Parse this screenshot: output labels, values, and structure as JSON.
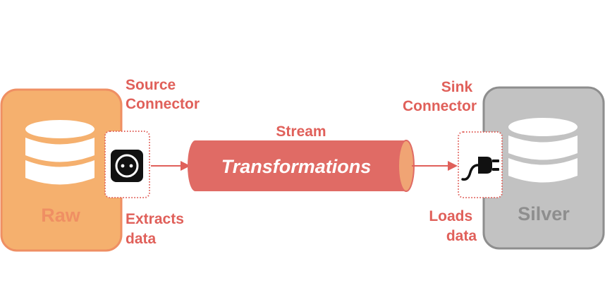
{
  "source_store": {
    "label": "Raw",
    "fill_color": "#f5b06e",
    "border_color": "#ef8f63",
    "text_color": "#ef8f63"
  },
  "sink_store": {
    "label": "Silver",
    "fill_color": "#c2c2c2",
    "border_color": "#8e8e8e",
    "text_color": "#8e8e8e"
  },
  "source_connector": {
    "title_lines": [
      "Source",
      "Connector"
    ],
    "caption_lines": [
      "Extracts",
      "data"
    ],
    "icon": "power-socket-icon"
  },
  "sink_connector": {
    "title_lines": [
      "Sink",
      "Connector"
    ],
    "caption_lines": [
      "Loads",
      "data"
    ],
    "icon": "power-plug-icon"
  },
  "stream": {
    "title": "Stream",
    "label": "Transformations",
    "color": "#e06b65"
  },
  "label_color": "#e0605a"
}
